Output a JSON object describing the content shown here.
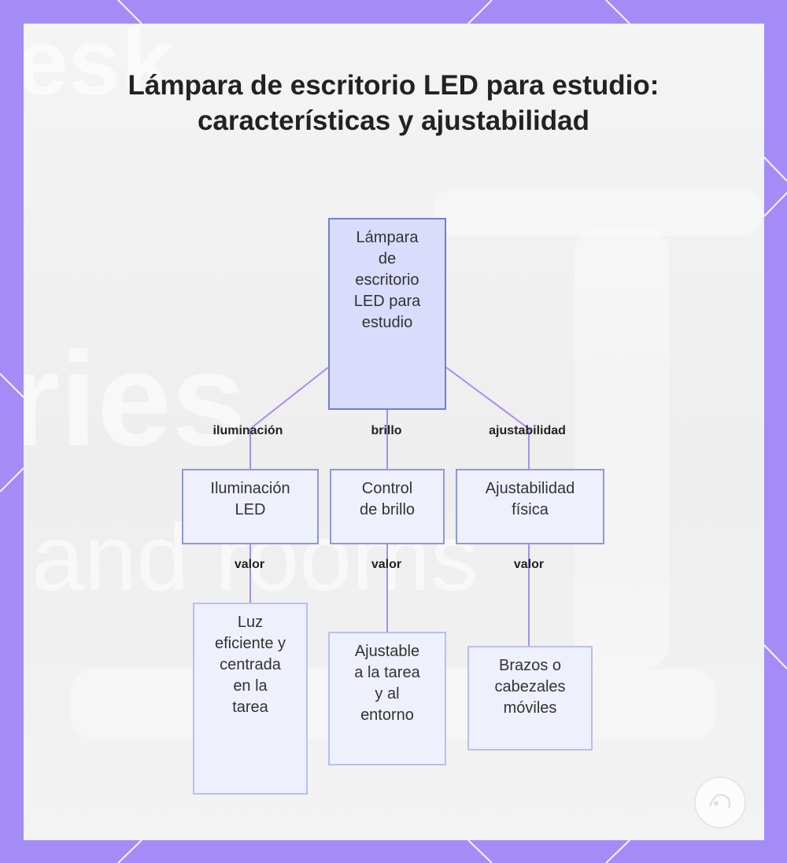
{
  "title": "Lámpara de escritorio LED para estudio: características y ajustabilidad",
  "root": {
    "label_lines": [
      "Lámpara",
      "de",
      "escritorio",
      "LED para",
      "estudio"
    ]
  },
  "branches": [
    {
      "edge_label": "iluminación",
      "node_lines": [
        "Iluminación",
        "LED"
      ],
      "value_label": "valor",
      "leaf_lines": [
        "Luz",
        "eficiente y",
        "centrada",
        "en la",
        "tarea"
      ]
    },
    {
      "edge_label": "brillo",
      "node_lines": [
        "Control",
        "de brillo"
      ],
      "value_label": "valor",
      "leaf_lines": [
        "Ajustable",
        "a la tarea",
        "y al",
        "entorno"
      ]
    },
    {
      "edge_label": "ajustabilidad",
      "node_lines": [
        "Ajustabilidad",
        "física"
      ],
      "value_label": "valor",
      "leaf_lines": [
        "Brazos o",
        "cabezales",
        "móviles"
      ]
    }
  ],
  "background_text": [
    "esk",
    "ries",
    "and rooms"
  ],
  "colors": {
    "frame": "#a48cf6",
    "root_fill": "#d9dcfb",
    "root_border": "#6f7fd3",
    "node_fill": "#eef0fb",
    "node_border": "#8b99df",
    "leaf_border": "#b7c0ee",
    "connector": "#a98cf0",
    "text": "#222222"
  }
}
